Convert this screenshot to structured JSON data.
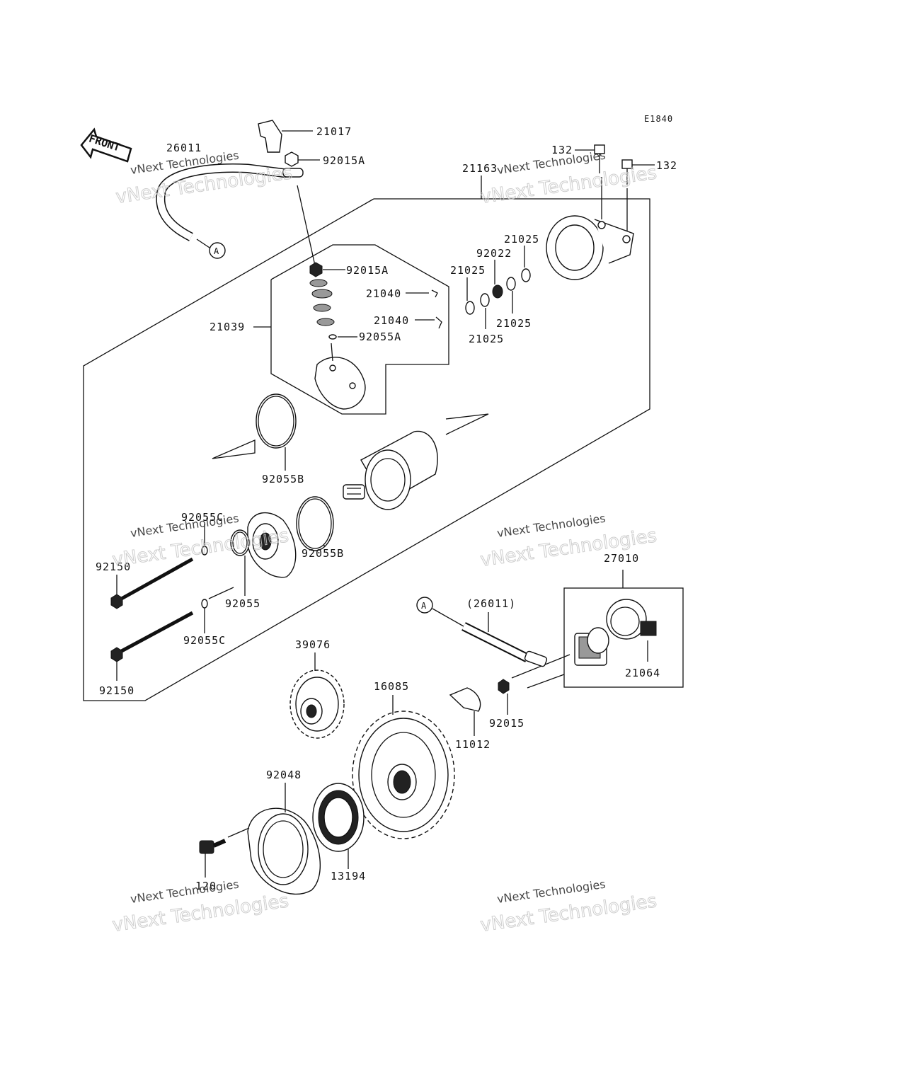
{
  "diagram_code": "E1840",
  "front_label": "FRONT",
  "ref_marker": "A",
  "parts": {
    "p21017": "21017",
    "p92015A_top": "92015A",
    "p26011_top": "26011",
    "p21163": "21163",
    "p132_a": "132",
    "p132_b": "132",
    "p92015A_mid": "92015A",
    "p21040_a": "21040",
    "p21040_b": "21040",
    "p21039": "21039",
    "p92055A": "92055A",
    "p21025_a": "21025",
    "p92022": "92022",
    "p21025_b": "21025",
    "p21025_c": "21025",
    "p21025_d": "21025",
    "p92055B_a": "92055B",
    "p92055C_a": "92055C",
    "p92150_a": "92150",
    "p92055": "92055",
    "p92055B_b": "92055B",
    "p92055C_b": "92055C",
    "p92150_b": "92150",
    "p27010": "27010",
    "p26011_paren": "(26011)",
    "p21064": "21064",
    "p39076": "39076",
    "p16085": "16085",
    "p92015": "92015",
    "p11012": "11012",
    "p92048": "92048",
    "p120": "120",
    "p13194": "13194"
  },
  "watermark": {
    "line1": "vNext Technologies",
    "line2": "vNext Technologies"
  }
}
